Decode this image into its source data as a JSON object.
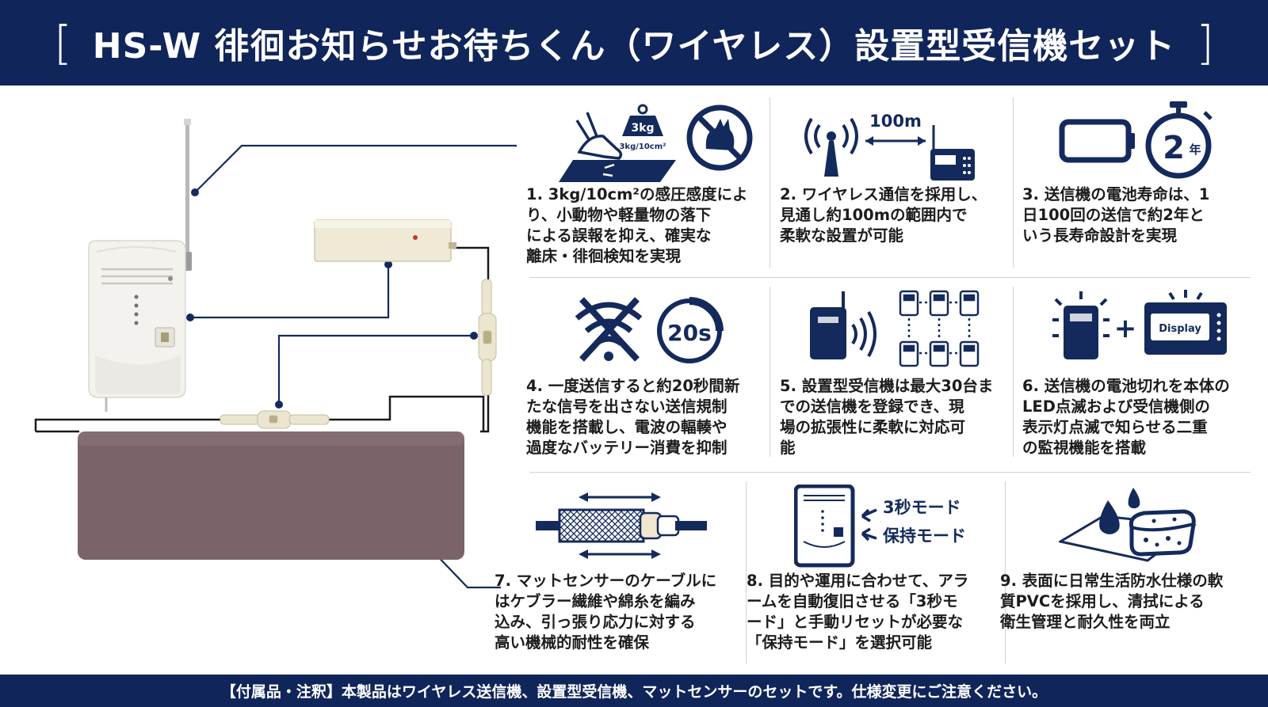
{
  "header": {
    "bracket_left": "[",
    "title": "HS-W 徘徊お知らせお待ちくん（ワイヤレス）設置型受信機セット",
    "bracket_right": "]"
  },
  "features": [
    {
      "number": "1.",
      "text": "3kg/10cm²の感圧感度により、小動物や軽量物の落下による誤報を抑え、確実な離床・徘徊検知を実現",
      "lines": [
        "3kg/10cm²の感圧感度によ",
        "り、小動物や軽量物の落下",
        "による誤報を抑え、確実な",
        "離床・徘徊検知を実現"
      ],
      "icon_labels": [
        "3kg",
        "3kg/10cm²"
      ],
      "icons": [
        "hand-press-mat-icon",
        "weight-icon",
        "no-cat-icon"
      ]
    },
    {
      "number": "2.",
      "text": "ワイヤレス通信を採用し、見通し約100mの範囲内で柔軟な設置が可能",
      "lines": [
        "ワイヤレス通信を採用し、",
        "見通し約100mの範囲内で",
        "柔軟な設置が可能"
      ],
      "icon_labels": [
        "100m"
      ],
      "icons": [
        "antenna-icon",
        "receiver-icon"
      ]
    },
    {
      "number": "3.",
      "text": "送信機の電池寿命は、1日100回の送信で約2年という長寿命設計を実現",
      "lines": [
        "送信機の電池寿命は、1",
        "日100回の送信で約2年と",
        "いう長寿命設計を実現"
      ],
      "icon_labels": [
        "2",
        "年"
      ],
      "icons": [
        "battery-icon",
        "stopwatch-icon"
      ]
    },
    {
      "number": "4.",
      "text": "一度送信すると約20秒間新たな信号を出さない送信規制機能を搭載し、電波の輻輳や過度なバッテリー消費を抑制",
      "lines": [
        "一度送信すると約20秒間新",
        "たな信号を出さない送信規制",
        "機能を搭載し、電波の輻輳や",
        "過度なバッテリー消費を抑制"
      ],
      "icon_labels": [
        "20s"
      ],
      "icons": [
        "no-wifi-icon",
        "timer-icon"
      ]
    },
    {
      "number": "5.",
      "text": "設置型受信機は最大30台までの送信機を登録でき、現場の拡張性に柔軟に対応可能",
      "lines": [
        "設置型受信機は最大30台ま",
        "での送信機を登録でき、現",
        "場の拡張性に柔軟に対応可",
        "能"
      ],
      "icon_labels": [],
      "icons": [
        "receiver-signal-icon",
        "transmitter-grid-icon"
      ]
    },
    {
      "number": "6.",
      "text": "送信機の電池切れを本体のLED点滅および受信機側の表示灯点滅で知らせる二重の監視機能を搭載",
      "lines": [
        "送信機の電池切れを本体の",
        "LED点滅および受信機側の",
        "表示灯点滅で知らせる二重",
        "の監視機能を搭載"
      ],
      "icon_labels": [
        "+",
        "Display"
      ],
      "icons": [
        "blinking-transmitter-icon",
        "display-icon"
      ]
    },
    {
      "number": "7.",
      "text": "マットセンサーのケーブルにはケブラー繊維や綿糸を編み込み、引っ張り応力に対する高い機械的耐性を確保",
      "lines": [
        "マットセンサーのケーブルに",
        "はケブラー繊維や綿糸を編み",
        "込み、引っ張り応力に対する",
        "高い機械的耐性を確保"
      ],
      "icon_labels": [],
      "icons": [
        "braided-cable-icon"
      ]
    },
    {
      "number": "8.",
      "text": "目的や運用に合わせて、アラームを自動復旧させる「3秒モード」と手動リセットが必要な「保持モード」を選択可能",
      "lines": [
        "目的や運用に合わせて、アラ",
        "ームを自動復旧させる「3秒モ",
        "ード」と手動リセットが必要な",
        "「保持モード」を選択可能"
      ],
      "icon_labels": [
        "3秒モード",
        "保持モード"
      ],
      "icons": [
        "mode-switch-icon"
      ]
    },
    {
      "number": "9.",
      "text": "表面に日常生活防水仕様の軟質PVCを採用し、清拭による衛生管理と耐久性を両立",
      "lines": [
        "表面に日常生活防水仕様の軟",
        "質PVCを採用し、清拭による",
        "衛生管理と耐久性を両立"
      ],
      "icon_labels": [],
      "icons": [
        "water-drop-icon",
        "sponge-icon"
      ]
    }
  ],
  "footer": {
    "note": "【付属品・注釈】本製品はワイヤレス送信機、設置型受信機、マットセンサーのセットです。仕様変更にご注意ください。"
  },
  "colors": {
    "navy": "#10255a",
    "icon_navy": "#142a5c",
    "mat": "#7a6468",
    "device_white": "#f1f0ec",
    "transmitter_beige": "#ece5cf"
  }
}
